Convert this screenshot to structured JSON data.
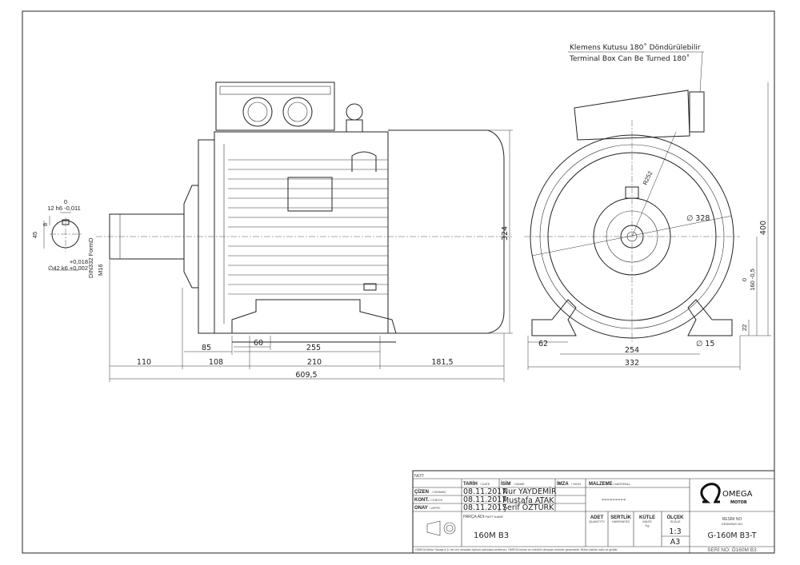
{
  "notes": {
    "terminal_tr": "Klemens Kutusu 180˚ Döndürülebilir",
    "terminal_en": "Terminal Box Can Be Turned 180˚"
  },
  "shaft_detail": {
    "key_tol_top": "0",
    "key_width": "12 h6 -0,011",
    "key_height": "8",
    "shaft_height": "45",
    "dia_tol_top": "+0,018",
    "dia": "∅42 k6 +0,002",
    "center_hole": "DIN332 FormD",
    "thread": "M16"
  },
  "side_view_dims": {
    "d85": "85",
    "d60": "60",
    "d255": "255",
    "d110": "110",
    "d108": "108",
    "d210": "210",
    "d181": "181,5",
    "d609": "609,5",
    "d324": "324"
  },
  "front_view_dims": {
    "r252": "R252",
    "d328": "∅ 328",
    "d62": "62",
    "d15": "∅ 15",
    "d254": "254",
    "d332": "332",
    "d400": "400",
    "d160_tol": "0",
    "d160": "160 -0,5",
    "d22": "22"
  },
  "title_block": {
    "not_label": "NOT:",
    "date_h": "TARİH",
    "date_s": "/ DATE",
    "name_h": "İSİM",
    "name_s": "/ NAME",
    "sign_h": "İMZA",
    "sign_s": "/ SIGN.",
    "material_h": "MALZEME",
    "material_s": "/ MATERIAL",
    "material_value": "---------",
    "rows": [
      {
        "role": "ÇİZEN",
        "role_s": "/ DRAWN",
        "date": "08.11.2017",
        "name": "Nur YAYDEMİR"
      },
      {
        "role": "KONT.",
        "role_s": "/ CHECK",
        "date": "08.11.2017",
        "name": "Mustafa ATAK"
      },
      {
        "role": "ONAY",
        "role_s": "/ APPR.",
        "date": "08.11.2017",
        "name": "Şerif ÖZTÜRK"
      }
    ],
    "part_h": "PARÇA ADI",
    "part_s": "/ PART NAME",
    "part_name": "160M B3",
    "qty_h": "ADET",
    "qty_s": "QUANTITY",
    "hard_h": "SERTLİK",
    "hard_s": "HARDNESS",
    "mass_h": "KÜTLE",
    "mass_s": "MASS",
    "mass_u": "Kg",
    "scale_h": "ÖLÇEK",
    "scale_s": "SCALE",
    "scale": "1:3",
    "paper": "A3",
    "drawing_h": "RESİM NO",
    "drawing_s": "DRAWING NO",
    "drawing_no": "G-160M B3-T",
    "serial": "SERİ NO: Ö160M B3",
    "footer": "OMEGA Motor Sanayi A.Ş.'nin izni olmadan üçüncü şahıslara verilemez. OMEGA imzalı ve mühürlü olmayan resimler geçersizdir. Bütün hakları saklı ve gizlidir.",
    "logo_main": "OMEGA",
    "logo_sub": "MOTOR"
  }
}
